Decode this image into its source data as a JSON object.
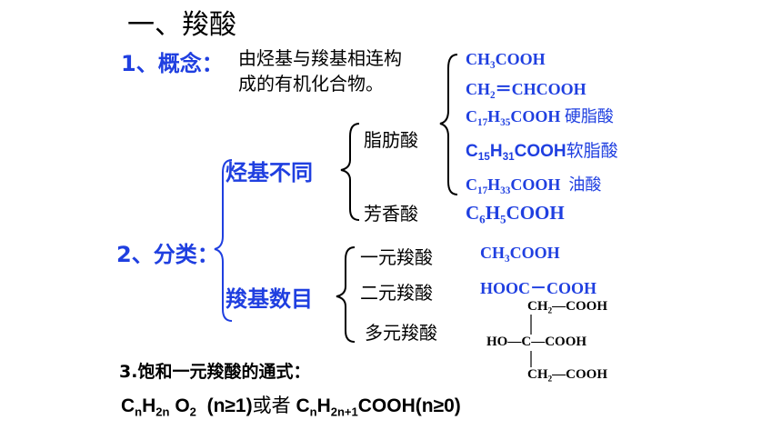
{
  "title": "一、羧酸",
  "concept": {
    "label": "1、概念：",
    "text_line1": "由烃基与羧基相连构",
    "text_line2": "成的有机化合物。"
  },
  "classification": {
    "label": "2、分类：",
    "by_hydrocarbon": {
      "label": "烃基不同",
      "fatty": {
        "label": "脂肪酸",
        "examples": [
          {
            "parts": [
              [
                "CH",
                ""
              ],
              [
                "3",
                "sub"
              ],
              [
                "COOH",
                ""
              ]
            ],
            "name": ""
          },
          {
            "parts": [
              [
                "CH",
                ""
              ],
              [
                "2",
                "sub"
              ],
              [
                "＝CHCOOH",
                ""
              ]
            ],
            "name": ""
          },
          {
            "parts": [
              [
                "C",
                ""
              ],
              [
                "17",
                "sub"
              ],
              [
                "H",
                ""
              ],
              [
                "35",
                "sub"
              ],
              [
                "COOH",
                ""
              ]
            ],
            "name": "硬脂酸"
          },
          {
            "parts": [
              [
                "C",
                ""
              ],
              [
                "15",
                "sub"
              ],
              [
                "H",
                ""
              ],
              [
                "31",
                "sub"
              ],
              [
                "COOH",
                ""
              ]
            ],
            "name": "软脂酸"
          },
          {
            "parts": [
              [
                "C",
                ""
              ],
              [
                "17",
                "sub"
              ],
              [
                "H",
                ""
              ],
              [
                "33",
                "sub"
              ],
              [
                "COOH",
                ""
              ]
            ],
            "name": "油酸"
          }
        ]
      },
      "aromatic": {
        "label": "芳香酸",
        "example": {
          "parts": [
            [
              "C",
              ""
            ],
            [
              "6",
              "sub"
            ],
            [
              "H",
              ""
            ],
            [
              "5",
              "sub"
            ],
            [
              "COOH",
              ""
            ]
          ]
        }
      }
    },
    "by_carboxyl_count": {
      "label": "羧基数目",
      "mono": {
        "label": "一元羧酸",
        "example": "CH3COOH"
      },
      "di": {
        "label": "二元羧酸",
        "example": "HOOC－COOH"
      },
      "poly": {
        "label": "多元羧酸",
        "structure": {
          "top": "CH2—COOH",
          "middle_left": "HO—",
          "middle_center": "C",
          "middle_right": "—COOH",
          "bottom": "CH2—COOH"
        }
      }
    }
  },
  "general_formula": {
    "label": "3.饱和一元羧酸的通式：",
    "formula": "CnH2n O2 (n≥1)或者 CnH2n+1COOH(n≥0)"
  },
  "colors": {
    "accent_blue": "#1f3fe0",
    "text": "#000000",
    "background": "#ffffff"
  }
}
